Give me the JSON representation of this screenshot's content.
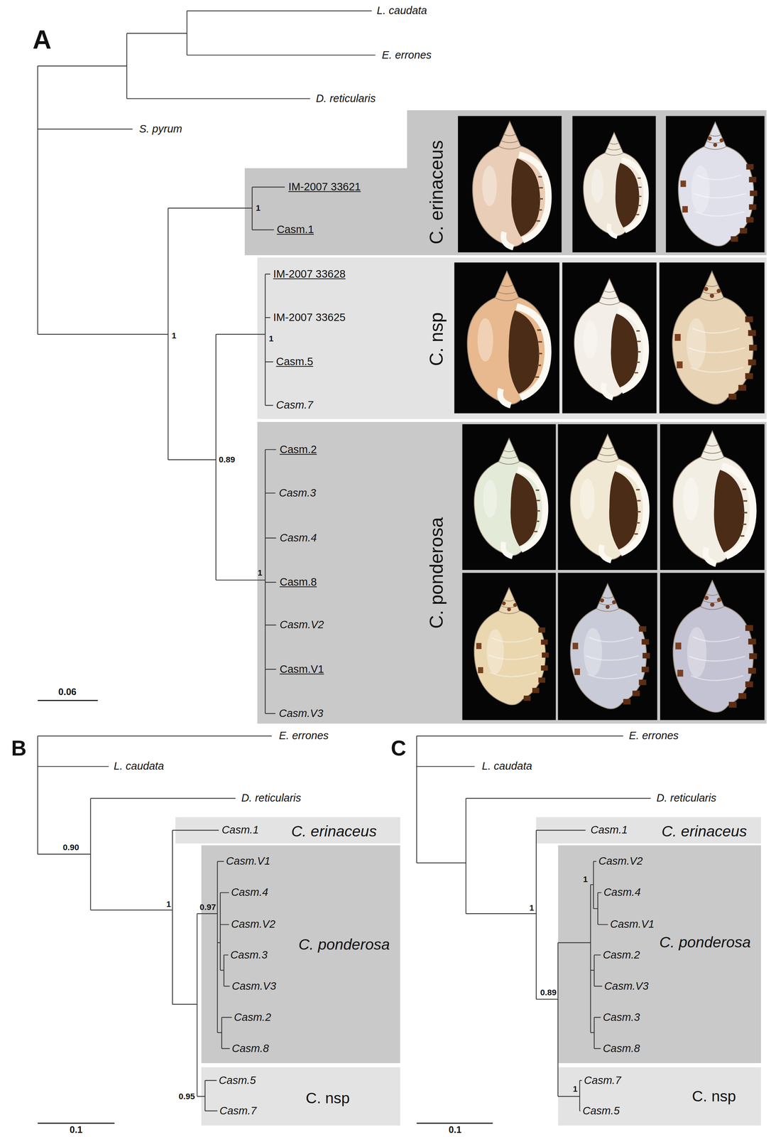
{
  "diagram": {
    "nodes": [
      {
        "text": [
          "IM-2007 33621",
          "Casm.1",
          "C. erinaceus"
        ]
      },
      {
        "text": [
          "IM-2007 33628",
          "IM-2007 33625",
          "Casm.5",
          "Casm.7",
          "C. nsp"
        ]
      },
      {
        "text": [
          "Casm.2",
          "Casm.3",
          "Casm.4",
          "Casm.8",
          "Casm.V2",
          "Casm.V1",
          "Casm.V3",
          "C. ponderosa"
        ]
      },
      {
        "text": [
          "Casm.1",
          "C. erinaceus"
        ]
      },
      {
        "text": [
          "Casm.V1",
          "Casm.4",
          "Casm.V2",
          "Casm.3",
          "Casm.V3",
          "Casm.2",
          "Casm.8",
          "C. ponderosa"
        ]
      },
      {
        "text": [
          "Casm.5",
          "Casm.7",
          "C. nsp"
        ]
      },
      {
        "text": [
          "Casm.1",
          "C. erinaceus"
        ]
      },
      {
        "text": [
          "Casm.V2",
          "Casm.4",
          "Casm.V1",
          "Casm.2",
          "Casm.V3",
          "Casm.3",
          "Casm.8",
          "C. ponderosa"
        ]
      },
      {
        "text": [
          "Casm.7",
          "Casm.5",
          "C. nsp"
        ]
      }
    ],
    "labels": [
      "A",
      "L. caudata",
      "E. errones",
      "D. reticularis",
      "S. pyrum",
      "1",
      "1",
      "0.89",
      "1",
      "1",
      "0.06",
      "B",
      "E. errones",
      "L. caudata",
      "D. reticularis",
      "0.90",
      "1",
      "0.97",
      "0.95",
      "0.1",
      "C",
      "E. errones",
      "L. caudata",
      "D. reticularis",
      "1",
      "1",
      "0.89",
      "1",
      "0.1"
    ]
  }
}
